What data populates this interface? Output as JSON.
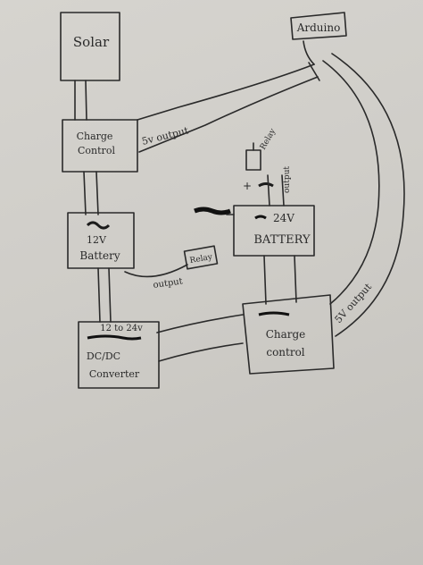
{
  "diagram": {
    "blocks": {
      "solar": "Solar",
      "arduino": "Arduino",
      "charge_control_1": [
        "Charge",
        "Control"
      ],
      "battery_12v": [
        "12V",
        "Battery"
      ],
      "battery_24v": [
        "24V",
        "BATTERY"
      ],
      "dcdc": [
        "12 to 24v",
        "DC/DC",
        "Converter"
      ],
      "charge_control_2": [
        "Charge",
        "control"
      ],
      "relay_small": "Relay"
    },
    "labels": {
      "out_5v_1": "5v output",
      "out_5v_2": "5V output",
      "output_left": "output",
      "relay_vertical": "Relay",
      "output_vertical": "output",
      "plus_sign": "+"
    }
  }
}
